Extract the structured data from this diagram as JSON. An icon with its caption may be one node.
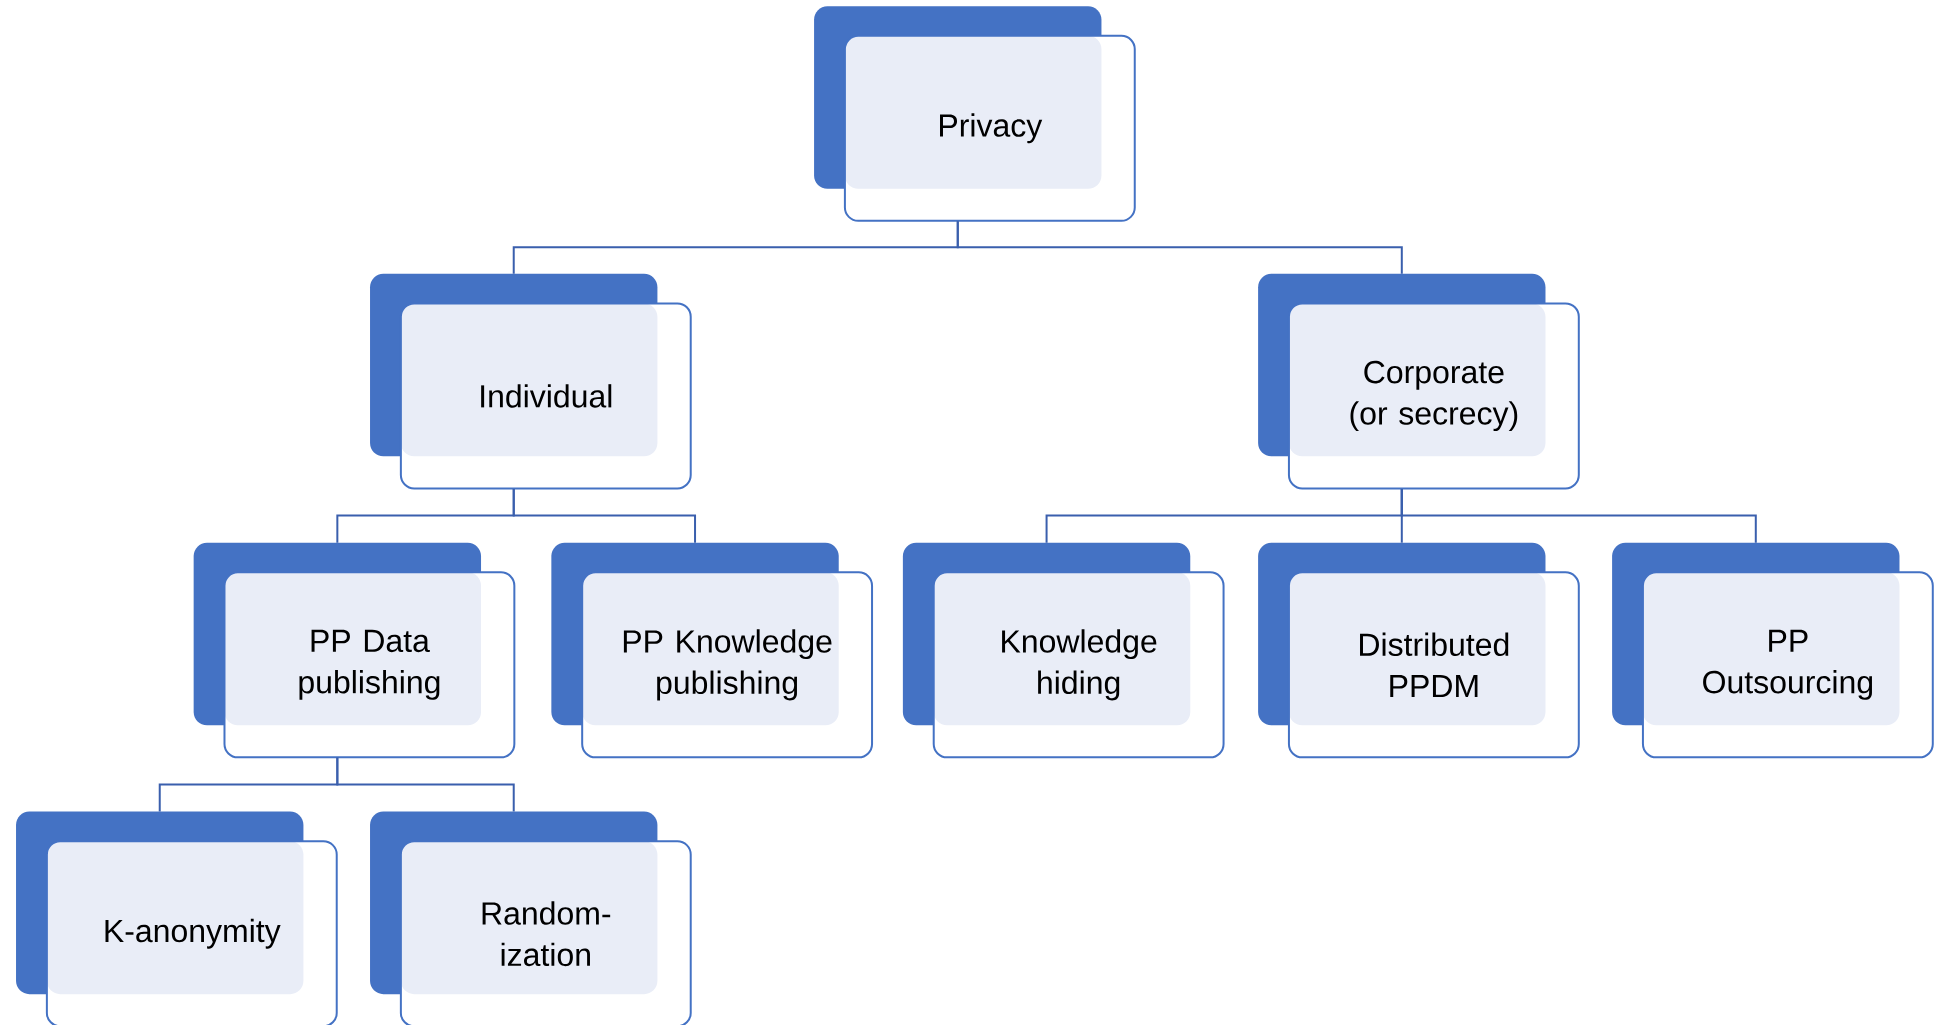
{
  "diagram": {
    "nodes": [
      {
        "text": [
          "Privacy"
        ]
      },
      {
        "text": [
          "Individual"
        ]
      },
      {
        "text": [
          "Corporate (or secrecy)"
        ]
      },
      {
        "text": [
          "PP Data publishing"
        ]
      },
      {
        "text": [
          "PP Knowledge publishing"
        ]
      },
      {
        "text": [
          "Knowledge hiding"
        ]
      },
      {
        "text": [
          "Distributed PPDM"
        ]
      },
      {
        "text": [
          "PP Outsourcing"
        ]
      },
      {
        "text": [
          "K-anonymity"
        ]
      },
      {
        "text": [
          "Random- ization"
        ]
      }
    ],
    "edges": [
      {
        "from": 0,
        "to": 1,
        "arrow": "none"
      },
      {
        "from": 0,
        "to": 2,
        "arrow": "none"
      },
      {
        "from": 1,
        "to": 3,
        "arrow": "none"
      },
      {
        "from": 1,
        "to": 4,
        "arrow": "none"
      },
      {
        "from": 2,
        "to": 5,
        "arrow": "none"
      },
      {
        "from": 2,
        "to": 6,
        "arrow": "none"
      },
      {
        "from": 2,
        "to": 7,
        "arrow": "none"
      },
      {
        "from": 3,
        "to": 8,
        "arrow": "none"
      },
      {
        "from": 3,
        "to": 9,
        "arrow": "none"
      }
    ]
  }
}
